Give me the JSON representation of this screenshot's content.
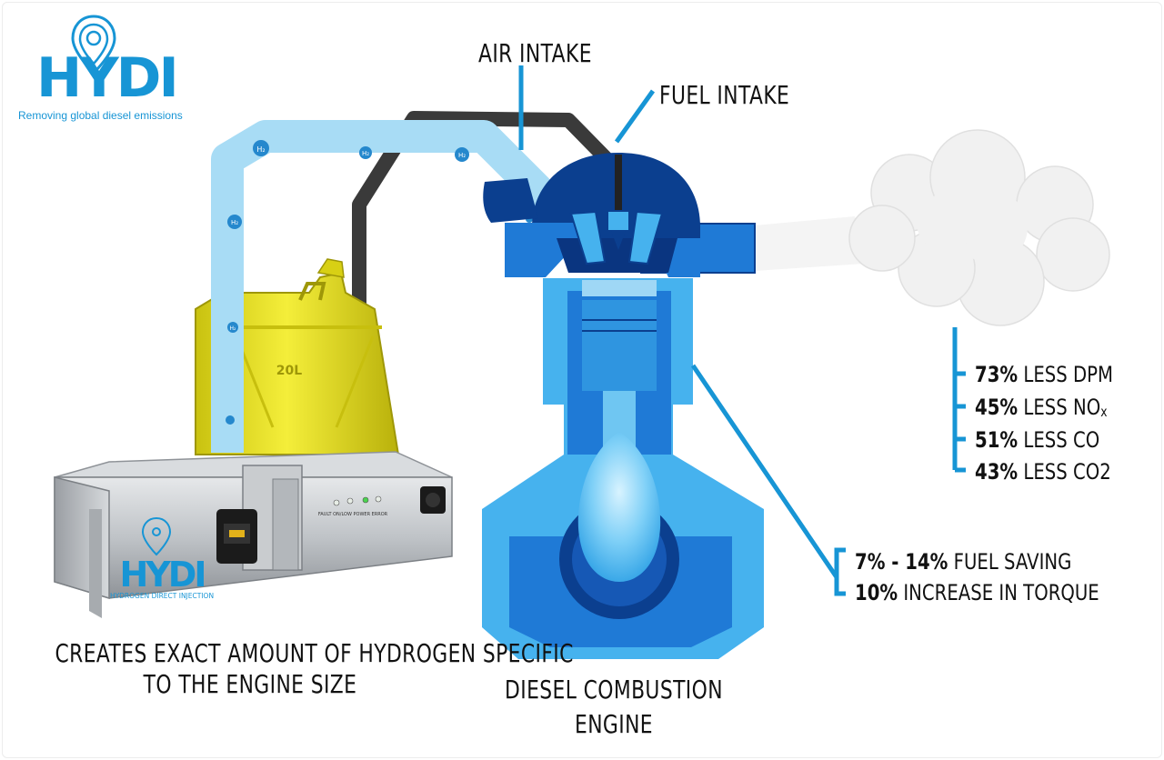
{
  "brand": {
    "logo_text": "HYDI",
    "tagline": "Removing global diesel emissions",
    "device_logo_text": "HYDI",
    "device_caption": "HYDROGEN DIRECT INJECTION",
    "device_panel_text": "FAULT ON/LOW POWER ERROR"
  },
  "labels": {
    "air_intake": "AIR INTAKE",
    "fuel_intake": "FUEL INTAKE",
    "engine_line1": "DIESEL COMBUSTION",
    "engine_line2": "ENGINE",
    "device_line1": "CREATES EXACT AMOUNT OF HYDROGEN SPECIFIC",
    "device_line2": "TO THE ENGINE SIZE",
    "h2_marker": "H₂",
    "jerrycan_mark": "20L"
  },
  "emissions": [
    {
      "value": "73%",
      "text": "LESS DPM"
    },
    {
      "value": "45%",
      "text": "LESS NO",
      "sub": "x"
    },
    {
      "value": "51%",
      "text": "LESS CO"
    },
    {
      "value": "43%",
      "text": "LESS CO2"
    }
  ],
  "performance": [
    {
      "value": "7% - 14%",
      "text": "FUEL SAVING"
    },
    {
      "value": "10%",
      "text": "INCREASE IN TORQUE"
    }
  ],
  "colors": {
    "brand_blue": "#1795d5",
    "engine_dark": "#0b3f8f",
    "engine_mid": "#1f7ad6",
    "engine_light": "#46b2ee",
    "pipe_light": "#a8dcf5",
    "hose_dark": "#3a3a3a",
    "jerrycan_yellow": "#e8e020"
  }
}
